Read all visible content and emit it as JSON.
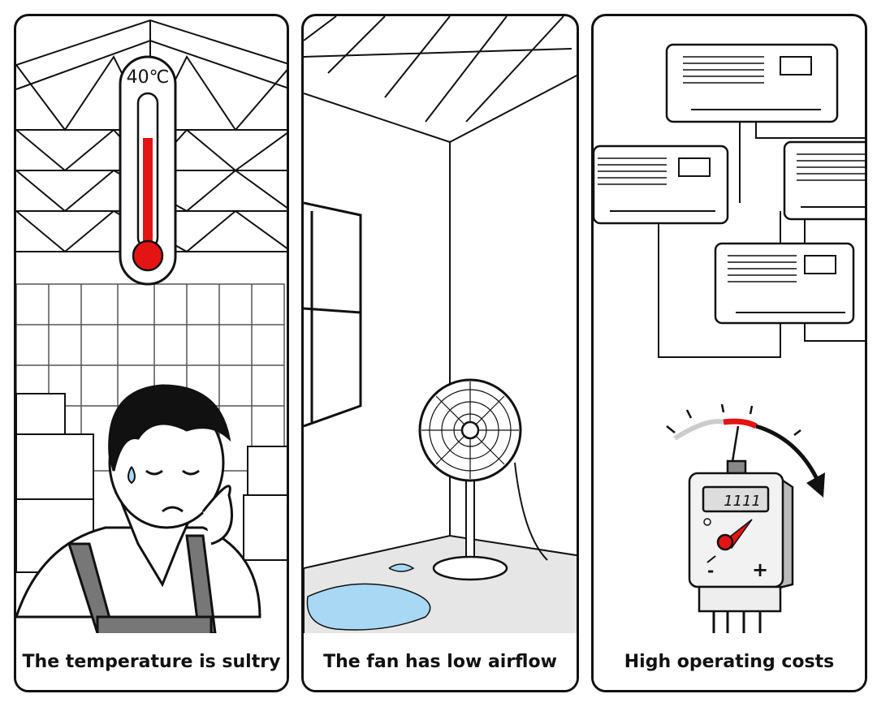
{
  "panels": [
    {
      "caption": "The temperature is sultry",
      "thermometer_reading": "40℃"
    },
    {
      "caption": "The fan has low airflow"
    },
    {
      "caption": "High operating costs",
      "meter_minus": "-",
      "meter_plus": "+"
    }
  ],
  "colors": {
    "accent_red": "#e41414",
    "puddle_blue": "#a9d8f5",
    "floor_gray": "#e6e6e6"
  }
}
